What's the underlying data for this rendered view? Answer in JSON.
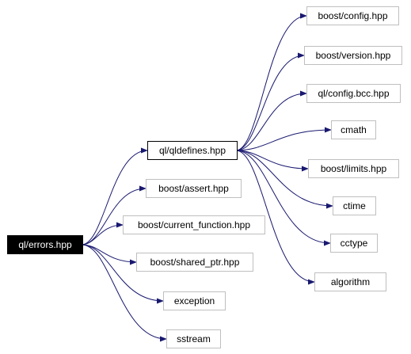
{
  "colors": {
    "edge": "#191970",
    "root_fill": "#000000",
    "root_text": "#ffffff",
    "node_border": "#bfbfbf",
    "focus_border": "#000000"
  },
  "nodes": {
    "errors": "ql/errors.hpp",
    "qldefines": "ql/qldefines.hpp",
    "boost_config": "boost/config.hpp",
    "boost_version": "boost/version.hpp",
    "ql_config_bcc": "ql/config.bcc.hpp",
    "cmath": "cmath",
    "boost_limits": "boost/limits.hpp",
    "ctime": "ctime",
    "cctype": "cctype",
    "algorithm": "algorithm",
    "boost_assert": "boost/assert.hpp",
    "boost_current_function": "boost/current_function.hpp",
    "boost_shared_ptr": "boost/shared_ptr.hpp",
    "exception": "exception",
    "sstream": "sstream"
  },
  "edges": [
    [
      "errors",
      "qldefines"
    ],
    [
      "errors",
      "boost_assert"
    ],
    [
      "errors",
      "boost_current_function"
    ],
    [
      "errors",
      "boost_shared_ptr"
    ],
    [
      "errors",
      "exception"
    ],
    [
      "errors",
      "sstream"
    ],
    [
      "qldefines",
      "boost_config"
    ],
    [
      "qldefines",
      "boost_version"
    ],
    [
      "qldefines",
      "ql_config_bcc"
    ],
    [
      "qldefines",
      "cmath"
    ],
    [
      "qldefines",
      "boost_limits"
    ],
    [
      "qldefines",
      "ctime"
    ],
    [
      "qldefines",
      "cctype"
    ],
    [
      "qldefines",
      "algorithm"
    ]
  ]
}
